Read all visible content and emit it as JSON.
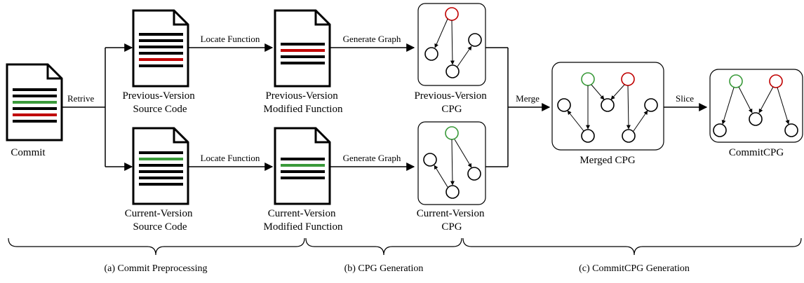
{
  "labels": {
    "commit": "Commit",
    "retrive": "Retrive",
    "prev_source": [
      "Previous-Version",
      "Source Code"
    ],
    "curr_source": [
      "Current-Version",
      "Source Code"
    ],
    "locate_function": "Locate Function",
    "prev_function": [
      "Previous-Version",
      "Modified Function"
    ],
    "curr_function": [
      "Current-Version",
      "Modified Function"
    ],
    "generate_graph": "Generate Graph",
    "prev_cpg": [
      "Previous-Version",
      "CPG"
    ],
    "curr_cpg": [
      "Current-Version",
      "CPG"
    ],
    "merge": "Merge",
    "merged_cpg": "Merged CPG",
    "slice": "Slice",
    "commit_cpg": "CommitCPG"
  },
  "sections": {
    "a": "(a) Commit Preprocessing",
    "b": "(b) CPG Generation",
    "c": "(c) CommitCPG Generation"
  },
  "colors": {
    "deleted_line": "#c00000",
    "added_line": "#3a9a3a",
    "code_line": "#000000",
    "outline": "#000000"
  },
  "icons": {
    "document": "document-icon",
    "graph_node": "circle-node"
  }
}
